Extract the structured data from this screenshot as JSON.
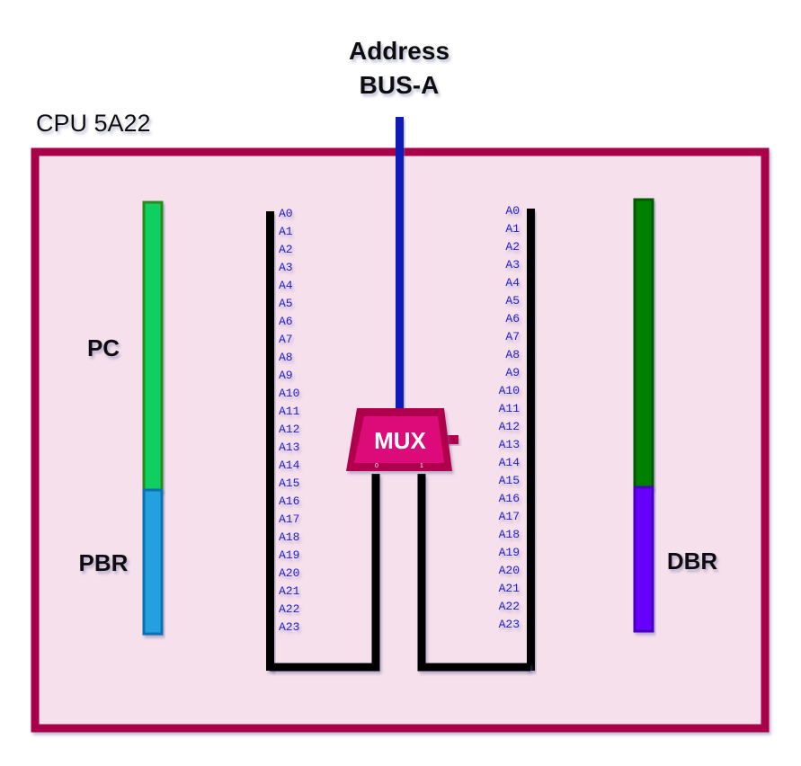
{
  "title": {
    "line1": "Address",
    "line2": "BUS-A"
  },
  "cpu": {
    "label": "CPU 5A22",
    "border_color": "#a8004a",
    "fill_color": "#f6e0ec"
  },
  "mux": {
    "label": "MUX",
    "input0": "0",
    "input1": "1",
    "outer_color": "#b0004e",
    "inner_color": "#dd0a7a"
  },
  "bus": {
    "color": "#0a1ab8"
  },
  "registers": {
    "left": [
      {
        "name": "PC",
        "color": "#10d060",
        "border": "#2a8a1a",
        "bits": 16
      },
      {
        "name": "PBR",
        "color": "#20a0e0",
        "border": "#1070b0",
        "bits": 8
      }
    ],
    "right": [
      {
        "name": "",
        "color": "#008000",
        "border": "#005a00",
        "bits": 16
      },
      {
        "name": "DBR",
        "color": "#6600ff",
        "border": "#4a00c0",
        "bits": 8
      }
    ]
  },
  "address_lines": [
    "A0",
    "A1",
    "A2",
    "A3",
    "A4",
    "A5",
    "A6",
    "A7",
    "A8",
    "A9",
    "A10",
    "A11",
    "A12",
    "A13",
    "A14",
    "A15",
    "A16",
    "A17",
    "A18",
    "A19",
    "A20",
    "A21",
    "A22",
    "A23"
  ]
}
